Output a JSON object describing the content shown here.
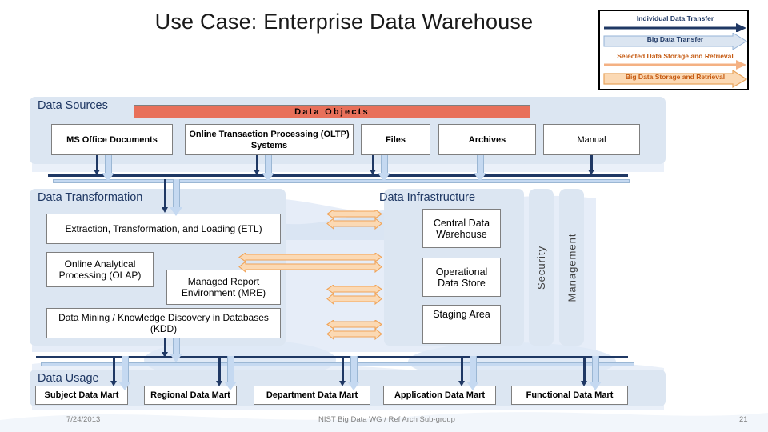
{
  "slide": {
    "title": "Use Case: Enterprise Data Warehouse",
    "colors": {
      "panel_blue": "#dce6f2",
      "navy": "#1f3864",
      "light_blue_arrow": "#c5d9f1",
      "orange": "#f4b183",
      "orange_dark": "#c55a11",
      "data_objects_bar": "#e8705a"
    }
  },
  "legend": {
    "items": [
      {
        "label": "Individual Data Transfer",
        "style": "thin-navy-arrow",
        "color": "#1f3864"
      },
      {
        "label": "Big Data Transfer",
        "style": "block-lightblue-arrow",
        "color": "#1f3864"
      },
      {
        "label": "Selected Data Storage and Retrieval",
        "style": "thin-orange-arrow",
        "color": "#c55a11"
      },
      {
        "label": "Big Data Storage and Retrieval",
        "style": "block-orange-arrow",
        "color": "#c55a11"
      }
    ]
  },
  "sections": {
    "data_sources": {
      "title": "Data Sources",
      "data_objects_label": "Data Objects",
      "boxes": [
        {
          "label": "MS Office Documents"
        },
        {
          "label": "Online Transaction Processing (OLTP) Systems"
        },
        {
          "label": "Files"
        },
        {
          "label": "Archives"
        },
        {
          "label": "Manual"
        }
      ]
    },
    "data_transformation": {
      "title": "Data Transformation",
      "boxes": [
        {
          "label": "Extraction, Transformation, and Loading (ETL)"
        },
        {
          "label": "Online Analytical Processing (OLAP)"
        },
        {
          "label": "Managed Report Environment (MRE)"
        },
        {
          "label": "Data Mining / Knowledge Discovery in Databases (KDD)"
        }
      ]
    },
    "data_infrastructure": {
      "title": "Data Infrastructure",
      "boxes": [
        {
          "label": "Central Data Warehouse"
        },
        {
          "label": "Operational Data Store"
        },
        {
          "label": "Staging Area"
        }
      ]
    },
    "side_bars": [
      {
        "label": "Security"
      },
      {
        "label": "Management"
      }
    ],
    "data_usage": {
      "title": "Data Usage",
      "boxes": [
        {
          "label": "Subject Data Mart"
        },
        {
          "label": "Regional Data Mart"
        },
        {
          "label": "Department Data Mart"
        },
        {
          "label": "Application Data Mart"
        },
        {
          "label": "Functional Data Mart"
        }
      ]
    }
  },
  "footer": {
    "date": "7/24/2013",
    "center": "NIST Big Data WG / Ref Arch Sub-group",
    "page": "21"
  }
}
